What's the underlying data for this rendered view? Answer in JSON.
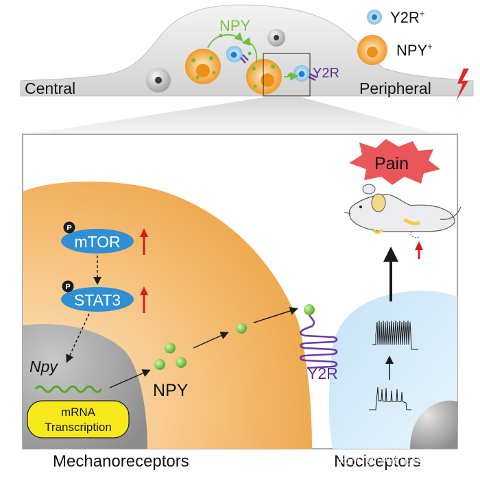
{
  "legend": {
    "y2r_positive": "Y2R",
    "npy_positive": "NPY",
    "superscript": "+"
  },
  "drg": {
    "left_label": "Central",
    "right_label": "Peripheral",
    "npy_label": "NPY",
    "y2r_label": "Y2R"
  },
  "pathway": {
    "phospho_symbol": "P",
    "mtor": "mTOR",
    "stat3": "STAT3",
    "gene": "Npy",
    "transcription_line1": "mRNA",
    "transcription_line2": "Transcription",
    "npy_label": "NPY",
    "receptor_label": "Y2R"
  },
  "outcome": {
    "pain": "Pain"
  },
  "footer": {
    "left_cell": "Mechanoreceptors",
    "right_cell": "Nociceptors",
    "watermark": "知乎 @中肽生化"
  },
  "colors": {
    "npy_neuron": "#f2a42e",
    "y2r_neuron": "#9dd0ef",
    "mechanoreceptor_gradient_dark": "#f0a84a",
    "nociceptor_fill": "#cfe8f8",
    "mtor_stat3_fill": "#2f8fd4",
    "transcription_fill": "#f7ea1c",
    "npy_peptide": "#6dbf3c",
    "y2r_receptor": "#6a3aa0",
    "pain_burst": "#e8494d",
    "up_arrow": "#d01f1f"
  }
}
